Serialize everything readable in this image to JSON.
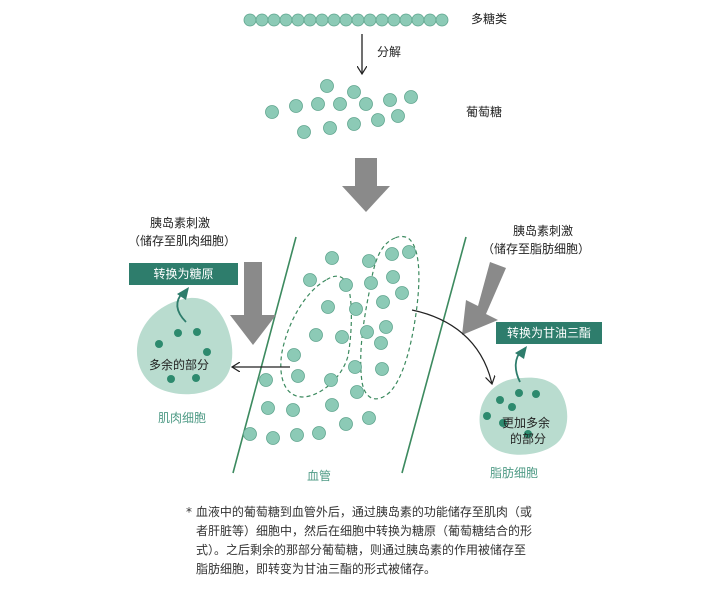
{
  "labels": {
    "polysaccharide": "多糖类",
    "decompose": "分解",
    "glucose": "葡萄糖",
    "insulin_left_line1": "胰岛素刺激",
    "insulin_left_line2": "（储存至肌肉细胞）",
    "insulin_right_line1": "胰岛素刺激",
    "insulin_right_line2": "（储存至脂肪细胞）",
    "to_glycogen": "转换为糖原",
    "to_triglyceride": "转换为甘油三酯",
    "excess_left": "多余的部分",
    "excess_right_line1": "更加多余",
    "excess_right_line2": "的部分",
    "muscle_cell": "肌肉细胞",
    "fat_cell": "脂肪细胞",
    "blood_vessel": "血管"
  },
  "note": {
    "line1": "* 血液中的葡萄糖到血管外后，通过胰岛素的功能储存至肌肉（或",
    "line2": "者肝脏等）细胞中，然后在细胞中转换为糖原（葡萄糖结合的形",
    "line3": "式）。之后剩余的那部分葡萄糖，则通过胰岛素的作用被储存至",
    "line4": "脂肪细胞，即转变为甘油三酯的形式被储存。"
  },
  "colors": {
    "teal_dot": "#8ccab6",
    "teal_stroke": "#5fa58e",
    "dark_green_box": "#2e7d6c",
    "cell_fill": "#b9dccf",
    "cell_dot": "#2d8a6e",
    "gray_arrow": "#8a8a8a",
    "vessel_line": "#3c8a5f"
  }
}
